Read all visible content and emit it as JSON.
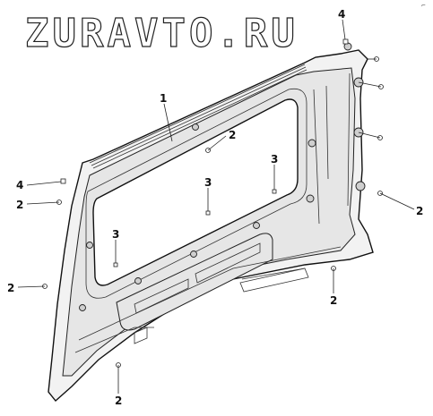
{
  "watermark": "ZURAVTO.RU",
  "corner_mark": "⌐",
  "callouts": [
    {
      "id": "c1",
      "label": "1"
    },
    {
      "id": "c2a",
      "label": "2"
    },
    {
      "id": "c2b",
      "label": "2"
    },
    {
      "id": "c2c",
      "label": "2"
    },
    {
      "id": "c2d",
      "label": "2"
    },
    {
      "id": "c2e",
      "label": "2"
    },
    {
      "id": "c2f",
      "label": "2"
    },
    {
      "id": "c3a",
      "label": "3"
    },
    {
      "id": "c3b",
      "label": "3"
    },
    {
      "id": "c3c",
      "label": "3"
    },
    {
      "id": "c4a",
      "label": "4"
    },
    {
      "id": "c4b",
      "label": "4"
    }
  ]
}
